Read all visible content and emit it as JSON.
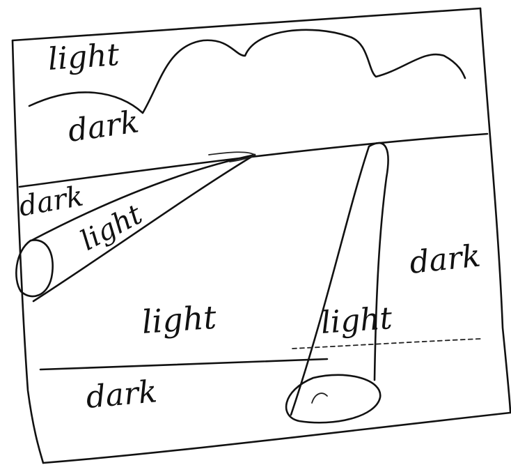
{
  "sketch": {
    "labels": {
      "sky_light": "light",
      "cloud_dark": "dark",
      "road_left_dark": "dark",
      "beam_left_light": "light",
      "right_dark": "dark",
      "ground_center_light": "light",
      "beam_right_light": "light",
      "bottom_dark": "dark"
    }
  }
}
